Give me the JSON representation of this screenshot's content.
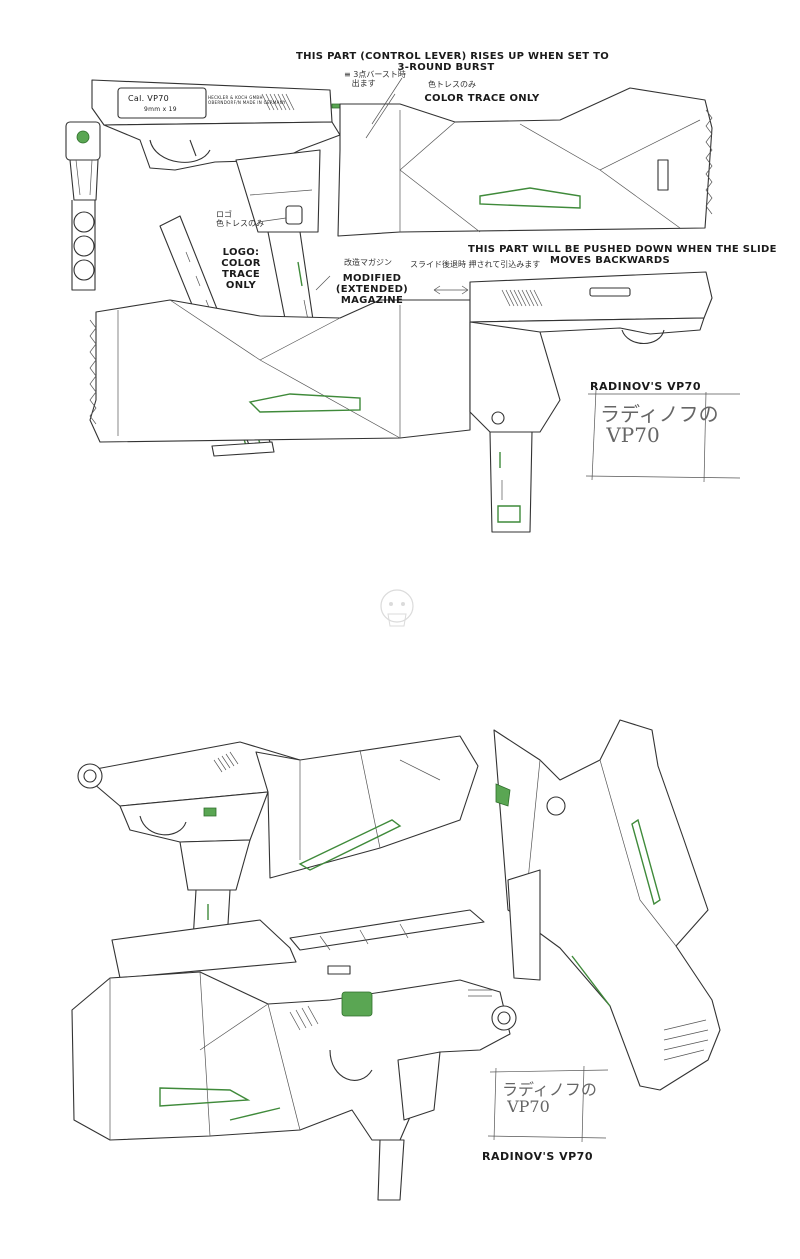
{
  "annotations": {
    "control_lever": "THIS PART (CONTROL LEVER) RISES UP WHEN SET TO\n3-ROUND BURST",
    "color_trace_only": "COLOR TRACE ONLY",
    "logo_color_trace": "LOGO:\nCOLOR\nTRACE\nONLY",
    "modified_magazine": "MODIFIED\n(EXTENDED)\nMAGAZINE",
    "slide_push": "THIS PART WILL BE PUSHED DOWN WHEN THE SLIDE\nMOVES BACKWARDS"
  },
  "japanese_notes": {
    "burst_note": "≡ 3点バースト時\n   出ます",
    "color_trace_note": "色トレスのみ",
    "logo_note": "ロゴ\n色トレスのみ",
    "magazine_note": "改造マガジン",
    "slide_note": "スライド後退時 押されて引込みます"
  },
  "engravings": {
    "slide_model": "Cal. VP70",
    "slide_caliber": "9mm x 19",
    "slide_maker": "HECKLER & KOCH GMBH\nOBERNDORF/N MADE IN GERMANY"
  },
  "captions": {
    "top": "RADINOV'S VP70",
    "bottom": "RADINOV'S VP70"
  },
  "title_boxes": {
    "top": "ラディノフの\n VP70",
    "bottom": "ラディノフの\n VP70"
  },
  "colors": {
    "accent_green": "#5aa653",
    "line_dark": "#333333"
  }
}
